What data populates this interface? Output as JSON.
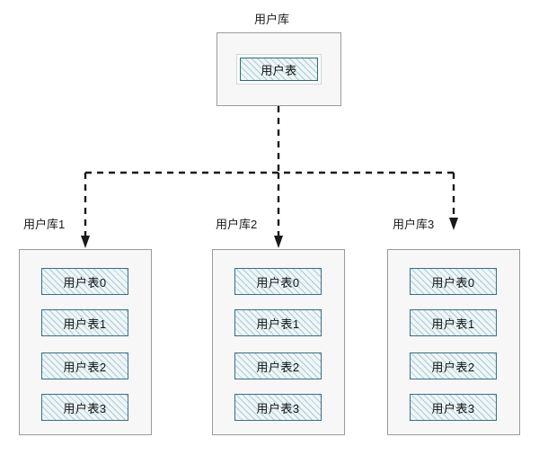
{
  "diagram": {
    "title_root": "用户库",
    "root_table": "用户表",
    "shards": [
      {
        "label": "用户库1",
        "tables": [
          "用户表0",
          "用户表1",
          "用户表2",
          "用户表3"
        ]
      },
      {
        "label": "用户库2",
        "tables": [
          "用户表0",
          "用户表1",
          "用户表2",
          "用户表3"
        ]
      },
      {
        "label": "用户库3",
        "tables": [
          "用户表0",
          "用户表1",
          "用户表2",
          "用户表3"
        ]
      }
    ],
    "colors": {
      "container_fill": "#f7f7f7",
      "container_border": "#9a9a9a",
      "table_border": "#2a6f6b",
      "table_fill": "#eef6f7",
      "hatch": "#78a5b9",
      "connector": "#1a1a1a",
      "text": "#1a1a1a"
    }
  }
}
